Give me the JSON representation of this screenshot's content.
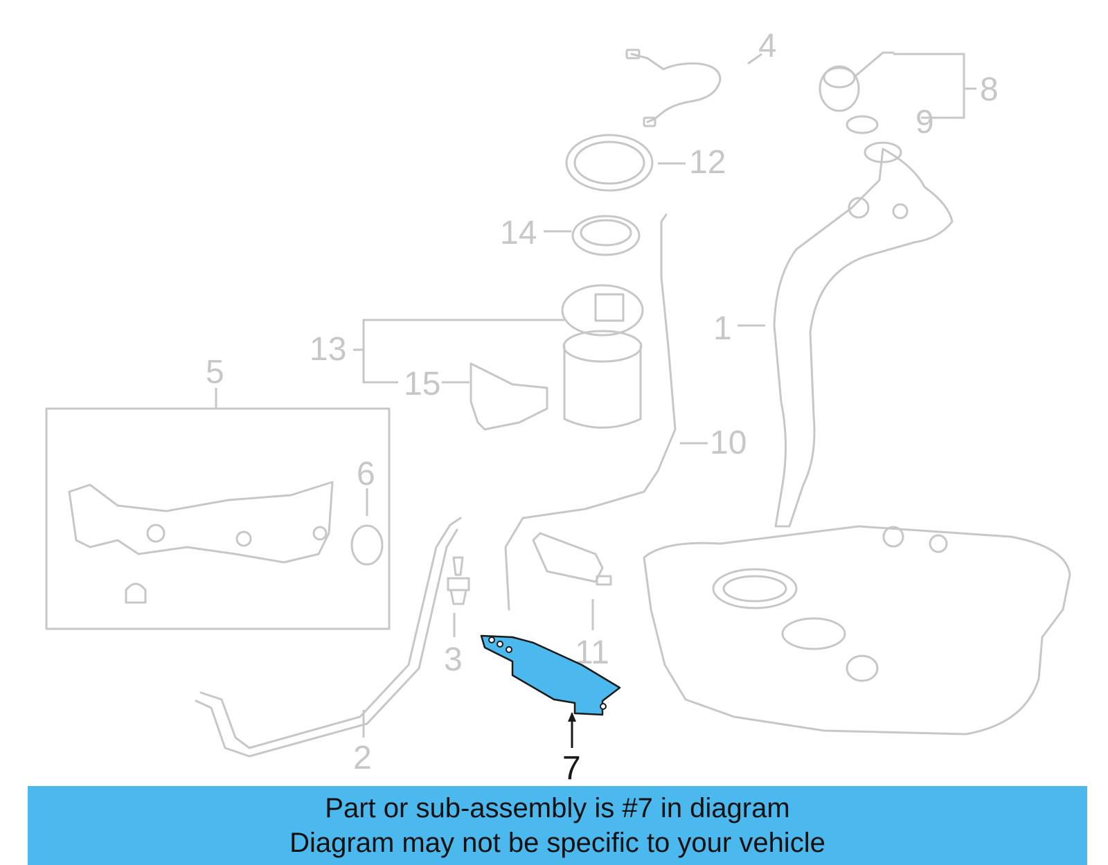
{
  "callouts": {
    "c1": "1",
    "c2": "2",
    "c3": "3",
    "c4": "4",
    "c5": "5",
    "c6": "6",
    "c7": "7",
    "c8": "8",
    "c9": "9",
    "c10": "10",
    "c11": "11",
    "c12": "12",
    "c13": "13",
    "c14": "14",
    "c15": "15"
  },
  "highlight": {
    "part_number": "7",
    "color": "#4bb8ee"
  },
  "caption": {
    "line1": "Part or sub-assembly is #7 in diagram",
    "line2": "Diagram may not be specific to your vehicle"
  },
  "colors": {
    "linework": "#c7c7c7",
    "banner": "#4bb8ee",
    "text_dark": "#1a1a1a"
  }
}
